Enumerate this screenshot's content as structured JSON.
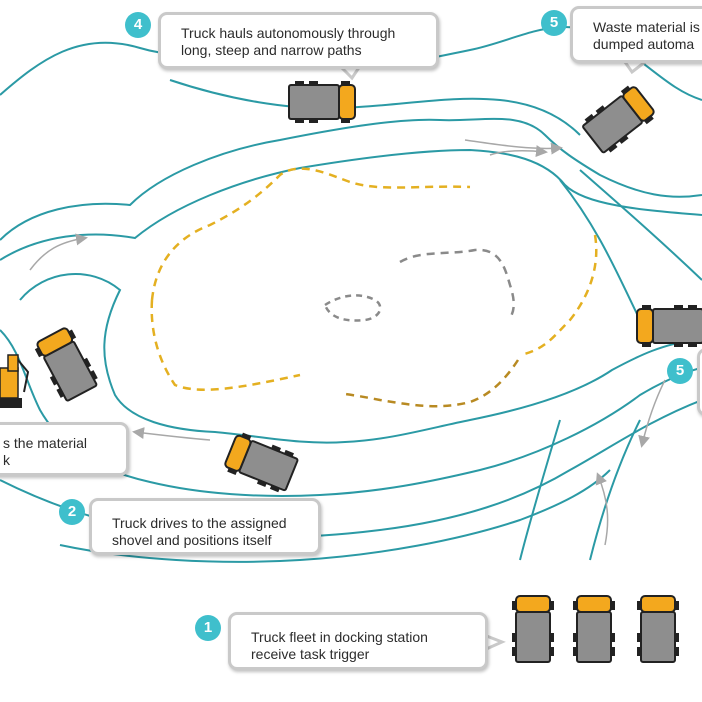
{
  "steps": {
    "s1": {
      "number": "1",
      "text": "Truck fleet in docking station\nreceive task trigger"
    },
    "s2": {
      "number": "2",
      "text": "Truck drives to the assigned\nshovel and positions itself"
    },
    "s3": {
      "text": "s the material\nk"
    },
    "s4": {
      "number": "4",
      "text": "Truck hauls autonomously through\nlong, steep and narrow paths"
    },
    "s5a": {
      "number": "5",
      "text": "Waste material is\ndumped automa"
    },
    "s5b": {
      "number": "5"
    }
  },
  "colors": {
    "road": "#2b9aa5",
    "truck_cab": "#f3a81e",
    "truck_bed": "#8e8e8e",
    "badge": "#3fbfcc",
    "pit_outer": "#e4b021",
    "pit_lower": "#b88a22",
    "pit_inner": "#8a8a8a",
    "arrow": "#a8a8a8"
  }
}
